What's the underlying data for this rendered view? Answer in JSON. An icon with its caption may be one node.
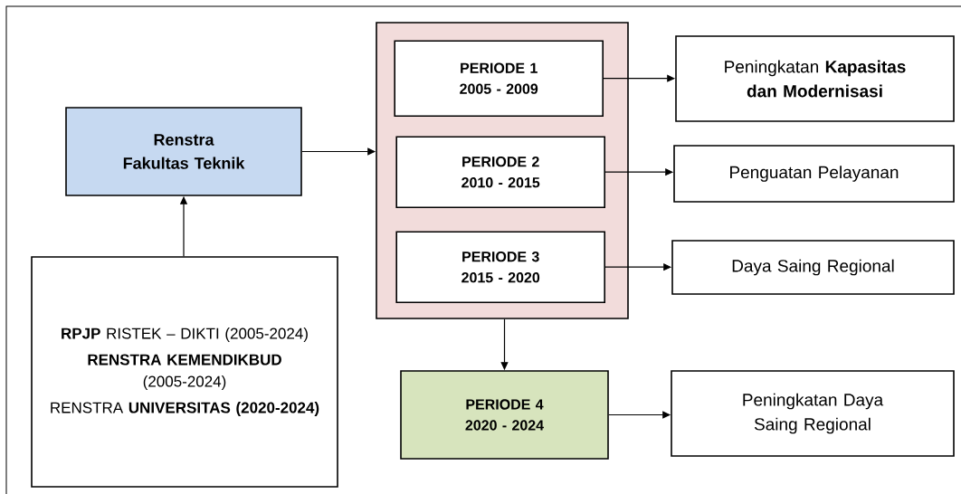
{
  "diagram": {
    "nodes": [
      {
        "text": [
          "Renstra Fakultas Teknik"
        ]
      },
      {
        "text": [
          "**RPJP** RISTEK – DIKTI (2005-2024)",
          "**RENSTRA KEMENDIKBUD** (2005-2024)",
          "RENSTRA **UNIVERSITAS (2020-2024)**"
        ]
      },
      {
        "text": [],
        "shape": "box"
      },
      {
        "text": [
          "PERIODE 1 2005 - 2009"
        ],
        "in": 2
      },
      {
        "text": [
          "PERIODE 2 2010 - 2015"
        ],
        "in": 2
      },
      {
        "text": [
          "PERIODE 3 2015 - 2020"
        ],
        "in": 2
      },
      {
        "text": [
          "PERIODE 4 2020 - 2024"
        ]
      },
      {
        "text": [
          "Peningkatan **Kapasitas dan Modernisasi**"
        ]
      },
      {
        "text": [
          "Penguatan Pelayanan"
        ]
      },
      {
        "text": [
          "Daya Saing Regional"
        ]
      },
      {
        "text": [
          "Peningkatan Daya Saing Regional"
        ]
      }
    ],
    "edges": [
      {
        "from": 1,
        "to": 0,
        "arrow": "to"
      },
      {
        "from": 0,
        "to": 2,
        "arrow": "to"
      },
      {
        "from": 3,
        "to": 7,
        "arrow": "to"
      },
      {
        "from": 4,
        "to": 8,
        "arrow": "to"
      },
      {
        "from": 5,
        "to": 9,
        "arrow": "to"
      },
      {
        "from": 2,
        "to": 6,
        "arrow": "to"
      },
      {
        "from": 6,
        "to": 10,
        "arrow": "to"
      }
    ]
  }
}
